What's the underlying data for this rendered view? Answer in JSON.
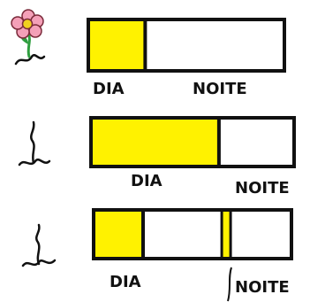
{
  "colors": {
    "day": "#fff200",
    "night": "#ffffff",
    "ink": "#111111",
    "petal": "#f4a0b8",
    "petal_outline": "#7a2a3a",
    "flower_center": "#f0d020",
    "stem": "#2f9e3f"
  },
  "icons": [
    "flowering-plant-icon",
    "plant-no-flower-icon",
    "plant-no-flower-icon"
  ],
  "rows": [
    {
      "day_fraction": 0.29,
      "night_fraction": 0.71,
      "interruption": false,
      "day_label": "DIA",
      "night_label": "NOITE"
    },
    {
      "day_fraction": 0.63,
      "night_fraction": 0.37,
      "interruption": false,
      "day_label": "DIA",
      "night_label": "NOITE"
    },
    {
      "day_fraction": 0.25,
      "night_fraction": 0.75,
      "interruption": true,
      "interruption_position": 0.67,
      "day_label": "DIA",
      "night_label": "NOITE"
    }
  ]
}
